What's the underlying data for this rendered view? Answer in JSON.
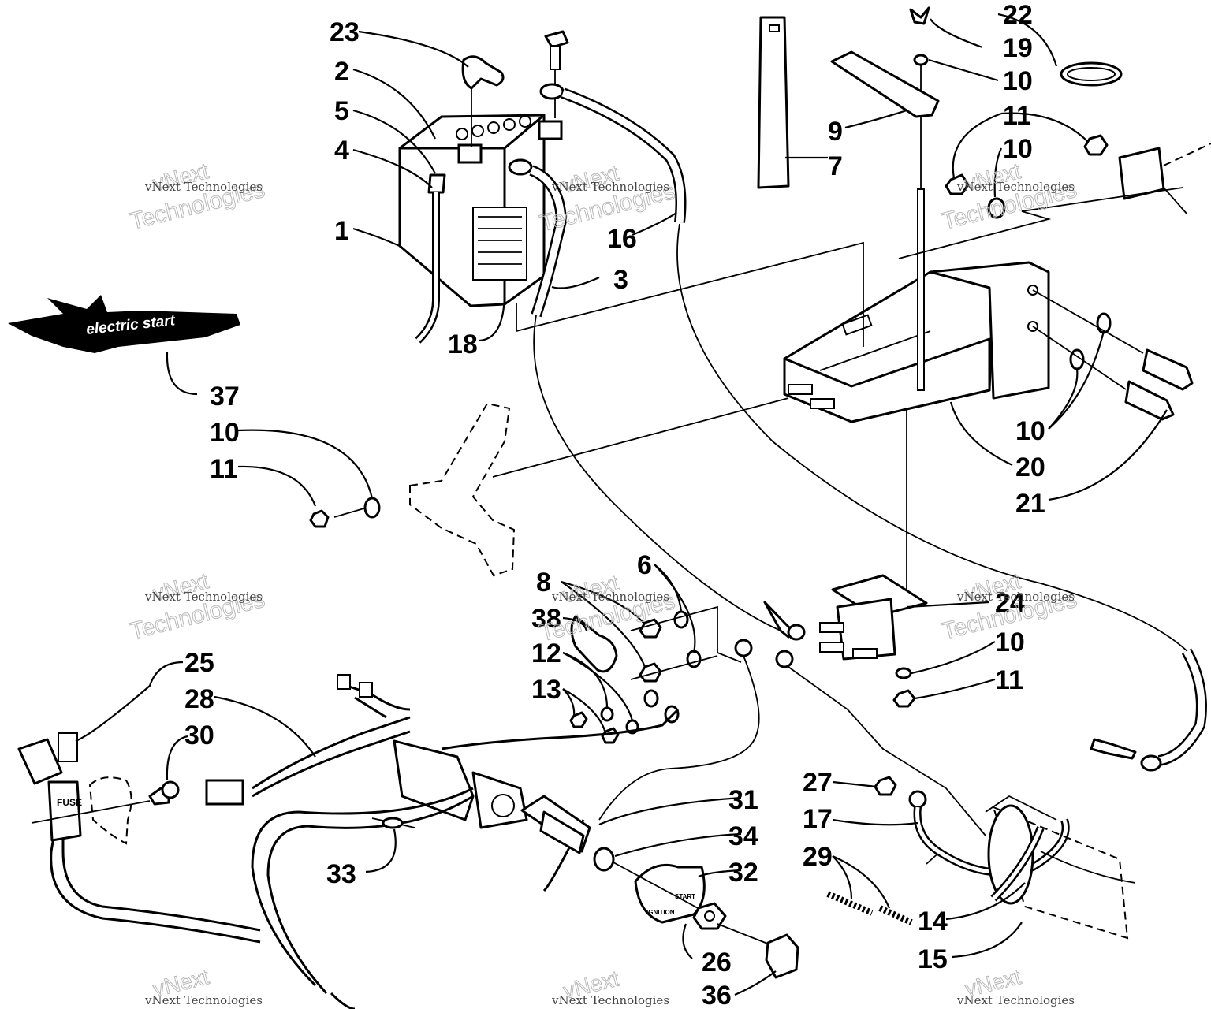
{
  "diagram": {
    "callouts": [
      "23",
      "2",
      "5",
      "4",
      "1",
      "3",
      "18",
      "16",
      "9",
      "7",
      "22",
      "19",
      "10",
      "11",
      "10",
      "37",
      "10",
      "11",
      "20",
      "10",
      "21",
      "8",
      "6",
      "38",
      "12",
      "13",
      "24",
      "10",
      "11",
      "25",
      "28",
      "30",
      "31",
      "34",
      "33",
      "32",
      "26",
      "36",
      "27",
      "17",
      "29",
      "14",
      "15"
    ],
    "logo": {
      "text": "electric start"
    },
    "fuse_label": "FUSE",
    "switch_labels": {
      "ignition": "IGNITION",
      "start": "START"
    }
  },
  "watermark": {
    "line1": "vNext",
    "line2": "Technologies",
    "small": "vNext Technologies"
  }
}
